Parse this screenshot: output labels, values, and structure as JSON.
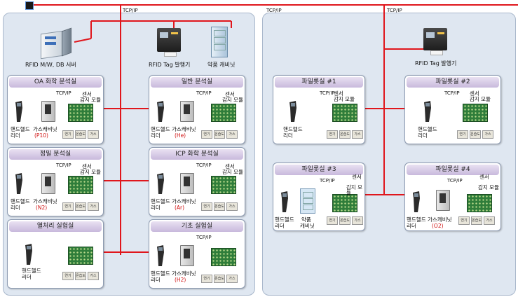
{
  "network": {
    "protocol": "TCP/IP"
  },
  "colors": {
    "line": "#e0161c",
    "panel": "#dfe7f1",
    "room_title": "#c8b9dc"
  },
  "left_panel": {
    "server_label": "RFID M/W, DB 서버",
    "printer_label": "RFID Tag 발행기",
    "pharm_cabinet_label": "약품 캐비닛",
    "rooms": [
      {
        "title": "OA 화학 분석실",
        "gas": "(P10)"
      },
      {
        "title": "일반 분석실",
        "gas": "(He)"
      },
      {
        "title": "정밀 분석실",
        "gas": "(N2)"
      },
      {
        "title": "ICP 화학 분석실",
        "gas": "(Ar)"
      },
      {
        "title": "열처리 실험실",
        "gas": ""
      },
      {
        "title": "기초 실험실",
        "gas": "(H2)"
      }
    ]
  },
  "right_panel": {
    "printer_label": "RFID Tag 발행기",
    "rooms": [
      {
        "title": "파일롯실 #1",
        "gas": ""
      },
      {
        "title": "파일롯실 #2",
        "gas": ""
      },
      {
        "title": "파일롯실 #3",
        "gas": ""
      },
      {
        "title": "파일롯실 #4",
        "gas": "(O2)"
      }
    ]
  },
  "labels": {
    "handheld_line1": "핸드헬드",
    "handheld_line2": "리더",
    "gas_cabinet": "가스캐비닛",
    "sensor_line1": "센서",
    "sensor_line2": "감지 모듈",
    "sensor_smoke": "연기",
    "sensor_temp": "온습도",
    "sensor_gas": "가스",
    "pharm_line1": "약품",
    "pharm_line2": "캐비닛"
  }
}
